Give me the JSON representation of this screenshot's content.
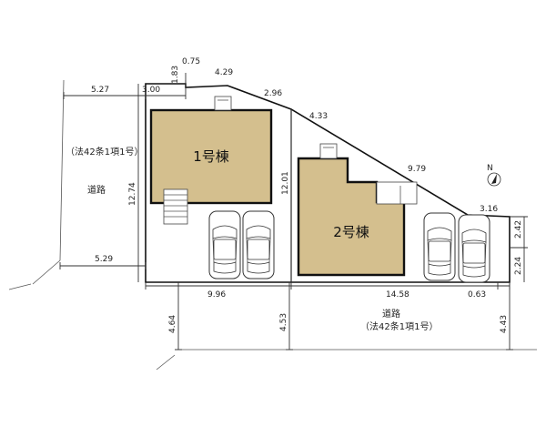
{
  "diagram": {
    "buildings": [
      {
        "label": "1号棟",
        "fill": "#d4bf8e"
      },
      {
        "label": "2号棟",
        "fill": "#d4bf8e"
      }
    ],
    "left_road": {
      "label": "道路",
      "note": "（法42条1項1号）"
    },
    "bottom_road": {
      "label": "道路",
      "note": "（法42条1項1号）"
    },
    "north_mark": "N",
    "dims": {
      "d527": "5.27",
      "d300": "3.00",
      "d183": "1.83",
      "d075": "0.75",
      "d429": "4.29",
      "d296": "2.96",
      "d433": "4.33",
      "d979": "9.79",
      "d316": "3.16",
      "d242": "2.42",
      "d224": "2.24",
      "d1274": "12.74",
      "d1201": "12.01",
      "d529": "5.29",
      "d996": "9.96",
      "d1458": "14.58",
      "d063": "0.63",
      "d464": "4.64",
      "d453": "4.53",
      "d443": "4.43"
    }
  }
}
